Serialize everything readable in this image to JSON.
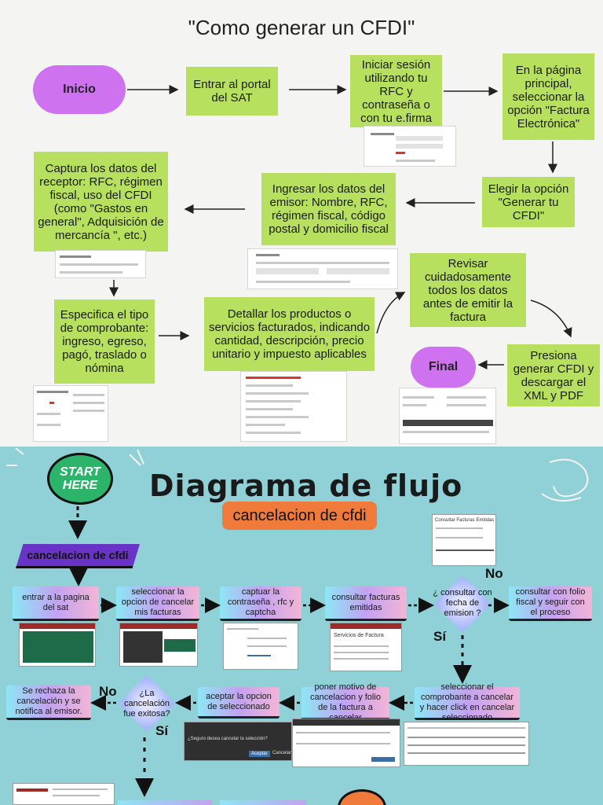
{
  "top": {
    "title": "\"Como generar un CFDI\"",
    "start": "Inicio",
    "end": "Final",
    "steps": [
      "Entrar al portal del SAT",
      "Iniciar sesión utilizando tu RFC y contraseña o con tu e.firma",
      "En la página principal, seleccionar la opción \"Factura Electrónica\"",
      "Elegir la opción \"Generar tu CFDI\"",
      "Ingresar los datos del emisor: Nombre, RFC, régimen fiscal, código postal y domicilio fiscal",
      "Captura los datos del receptor: RFC, régimen fiscal, uso del CFDI (como \"Gastos en general\", Adquisición de mercancía \", etc.)",
      "Especifica el tipo de comprobante: ingreso, egreso, pagó, traslado o nómina",
      "Detallar los productos o servicios facturados, indicando cantidad, descripción, precio unitario y impuesto aplicables",
      "Revisar cuidadosamente todos los datos antes de emitir la factura",
      "Presiona generar CFDI y descargar el XML y PDF"
    ]
  },
  "bottom": {
    "start_badge": "START HERE",
    "title": "Diagrama de flujo",
    "subtitle": "cancelacion de cfdi",
    "tag": "cancelacion de cfdi",
    "steps": [
      "entrar a la pagina del sat",
      "seleccionar la opcion de cancelar mis facturas",
      "captuar la contraseña , rfc y captcha",
      "consultar facturas emitidas",
      "consultar con folio fiscal y seguir con el proceso",
      "seleccionar el comprobante a cancelar y hacer click en cancelar seleccionado",
      "poner motivo de cancelacion y folio de la factura a cancelar",
      "aceptar la opcion de seleccionado",
      "Se rechaza la cancelación y se notifica al emisor."
    ],
    "decisions": [
      "¿ consultar con fecha de emision ?",
      "¿La cancelación fue exitosa?"
    ],
    "labels": {
      "no": "No",
      "yes": "Sí"
    },
    "screenshot_texts": {
      "consultar_facturas": "Consultar Facturas Emitidas",
      "servicios_factura": "Servicios de Factura",
      "dialog_question": "¿Seguro desea cancelar la selección?",
      "dialog_accept": "Aceptar",
      "dialog_cancel": "Cancelar"
    }
  }
}
